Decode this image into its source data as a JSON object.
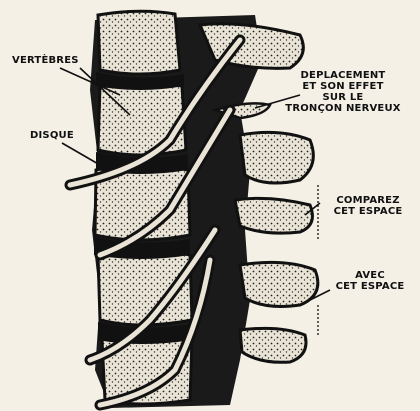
{
  "labels": {
    "vertebres": "VERTÈBRES",
    "disque": "DISQUE",
    "deplacement_line1": "DEPLACEMENT",
    "deplacement_line2": "ET SON EFFET",
    "deplacement_line3": "SUR LE",
    "deplacement_line4": "TRONÇON NERVEUX",
    "comparez_line1": "COMPAREZ",
    "comparez_line2": "CET ESPACE",
    "avec_line1": "AVEC",
    "avec_line2": "CET ESPACE"
  },
  "colors": {
    "paper": "#f4f0e6",
    "ink": "#111111",
    "bone": "#e9e4d6",
    "shadow": "#1a1a1a"
  }
}
